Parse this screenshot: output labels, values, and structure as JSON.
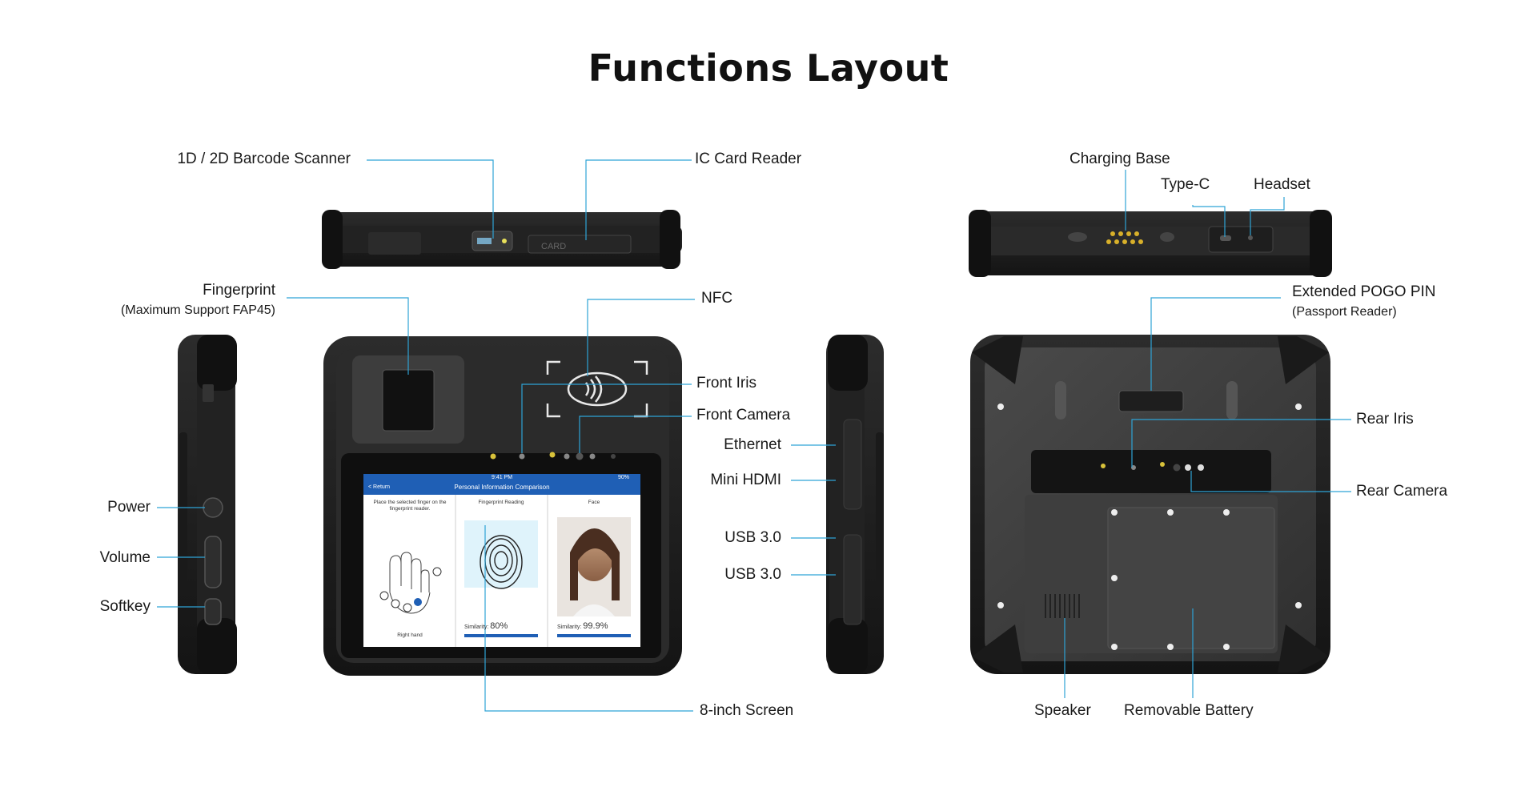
{
  "title": "Functions Layout",
  "labels": {
    "barcode": "1D / 2D Barcode Scanner",
    "ic_card": "IC Card Reader",
    "charging_base": "Charging Base",
    "type_c": "Type-C",
    "headset": "Headset",
    "fingerprint": "Fingerprint",
    "fingerprint_note": "(Maximum Support FAP45)",
    "nfc": "NFC",
    "extended_pogo": "Extended POGO PIN",
    "extended_pogo_note": "(Passport Reader)",
    "front_iris": "Front Iris",
    "front_camera": "Front Camera",
    "ethernet": "Ethernet",
    "mini_hdmi": "Mini HDMI",
    "usb1": "USB 3.0",
    "usb2": "USB 3.0",
    "power": "Power",
    "volume": "Volume",
    "softkey": "Softkey",
    "rear_iris": "Rear Iris",
    "rear_camera": "Rear Camera",
    "screen": "8-inch Screen",
    "speaker": "Speaker",
    "battery": "Removable Battery"
  },
  "screen_ui": {
    "time": "9:41 PM",
    "battery": "90%",
    "back": "< Return",
    "header": "Personal Information Comparison",
    "col1_title": "Place the selected finger on the fingerprint reader.",
    "col1_footer": "Right hand",
    "col2_title": "Fingerprint Reading",
    "col2_sim_label": "Similarity:",
    "col2_sim_value": "80%",
    "col3_title": "Face",
    "col3_sim_label": "Similarity:",
    "col3_sim_value": "99.9%"
  },
  "colors": {
    "leader": "#2ea3d6",
    "device_body": "#1c1c1c",
    "device_panel": "#3a3a3a",
    "screen_header": "#1f5fb5"
  }
}
